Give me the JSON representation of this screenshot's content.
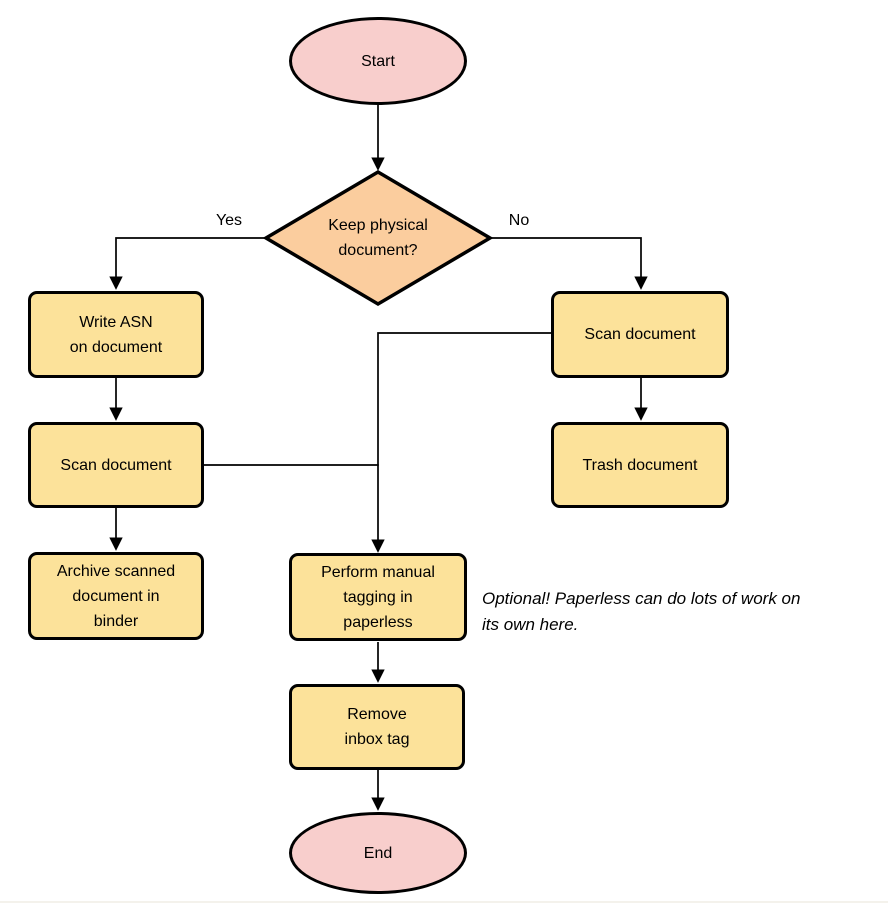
{
  "diagram": {
    "type": "flowchart",
    "background": "#ffffff",
    "colors": {
      "terminal_fill": "#f8cecc",
      "decision_fill": "#fbcd9e",
      "process_fill": "#fce29a",
      "stroke": "#000000",
      "connector": "#000000"
    },
    "nodes": {
      "start": {
        "type": "terminal",
        "lines": [
          "Start"
        ]
      },
      "decision": {
        "type": "decision",
        "lines": [
          "Keep physical",
          "document?"
        ]
      },
      "write_asn": {
        "type": "process",
        "lines": [
          "Write ASN",
          "on document"
        ]
      },
      "scan_left": {
        "type": "process",
        "lines": [
          "Scan document"
        ]
      },
      "archive": {
        "type": "process",
        "lines": [
          "Archive scanned",
          "document in",
          "binder"
        ]
      },
      "scan_right": {
        "type": "process",
        "lines": [
          "Scan document"
        ]
      },
      "trash": {
        "type": "process",
        "lines": [
          "Trash document"
        ]
      },
      "tagging": {
        "type": "process",
        "lines": [
          "Perform manual",
          "tagging in",
          "paperless"
        ]
      },
      "remove_inbox": {
        "type": "process",
        "lines": [
          "Remove",
          "inbox tag"
        ]
      },
      "end": {
        "type": "terminal",
        "lines": [
          "End"
        ]
      }
    },
    "edge_labels": {
      "yes": "Yes",
      "no": "No"
    },
    "annotation": {
      "lines": [
        "Optional! Paperless can do lots of work on",
        "its own here."
      ]
    }
  }
}
